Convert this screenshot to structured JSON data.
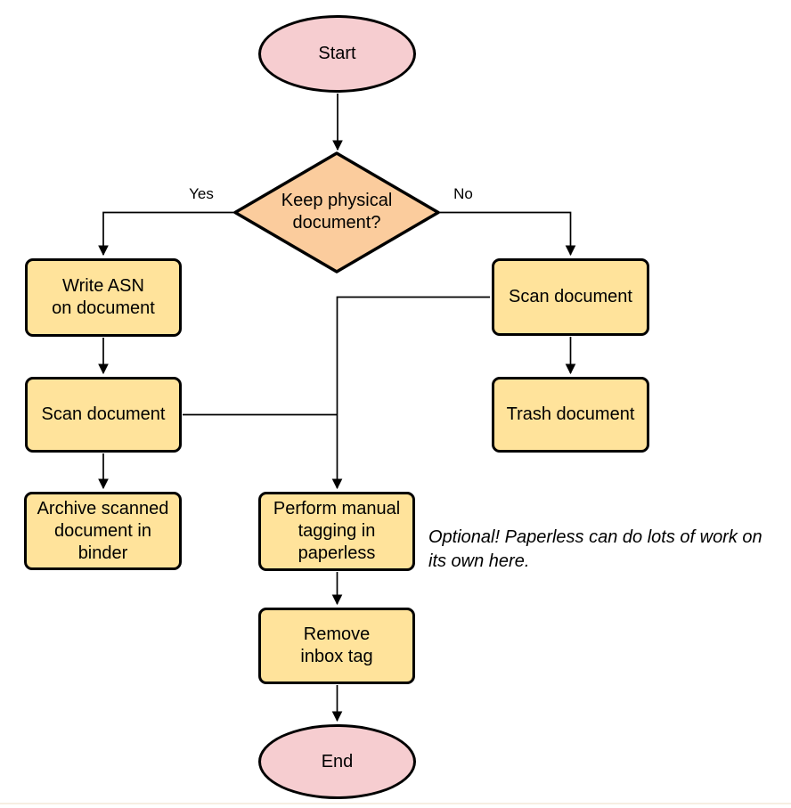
{
  "diagram": {
    "nodes": {
      "start": {
        "label": "Start"
      },
      "decision": {
        "label": "Keep physical\ndocument?"
      },
      "write_asn": {
        "label": "Write ASN\non document"
      },
      "scan_left": {
        "label": "Scan document"
      },
      "archive": {
        "label": "Archive scanned\ndocument in\nbinder"
      },
      "scan_right": {
        "label": "Scan document"
      },
      "trash": {
        "label": "Trash document"
      },
      "perform_tagging": {
        "label": "Perform manual\ntagging in\npaperless"
      },
      "remove_inbox": {
        "label": "Remove\ninbox tag"
      },
      "end": {
        "label": "End"
      }
    },
    "edge_labels": {
      "yes": "Yes",
      "no": "No"
    },
    "note": "Optional! Paperless can do lots of work on\nits own here.",
    "colors": {
      "terminator_fill": "#f6cdd0",
      "decision_fill": "#fbcc9d",
      "process_fill": "#ffe39b",
      "stroke": "#000000"
    }
  }
}
